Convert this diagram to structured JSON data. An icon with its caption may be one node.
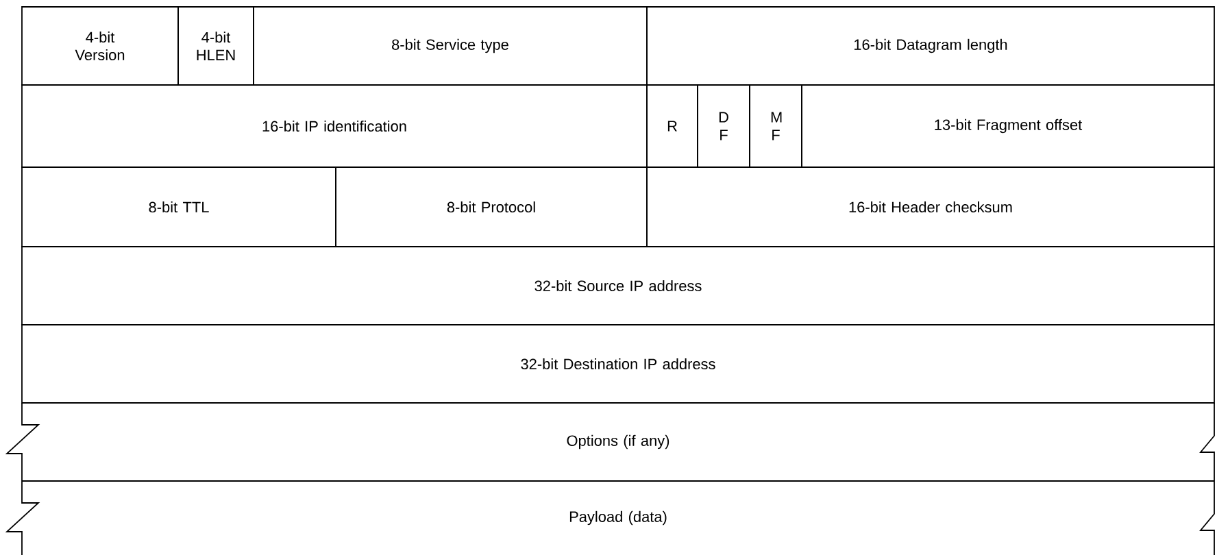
{
  "diagram": {
    "labels": [
      "4-bit Version",
      "4-bit HLEN",
      "8-bit Service type",
      "16-bit Datagram length",
      "16-bit IP identification",
      "R",
      "D F",
      "M F",
      "13-bit Fragment offset",
      "8-bit TTL",
      "8-bit Protocol",
      "16-bit Header checksum",
      "32-bit Source IP address",
      "32-bit Destination IP address",
      "Options (if any)",
      "Payload (data)"
    ]
  }
}
